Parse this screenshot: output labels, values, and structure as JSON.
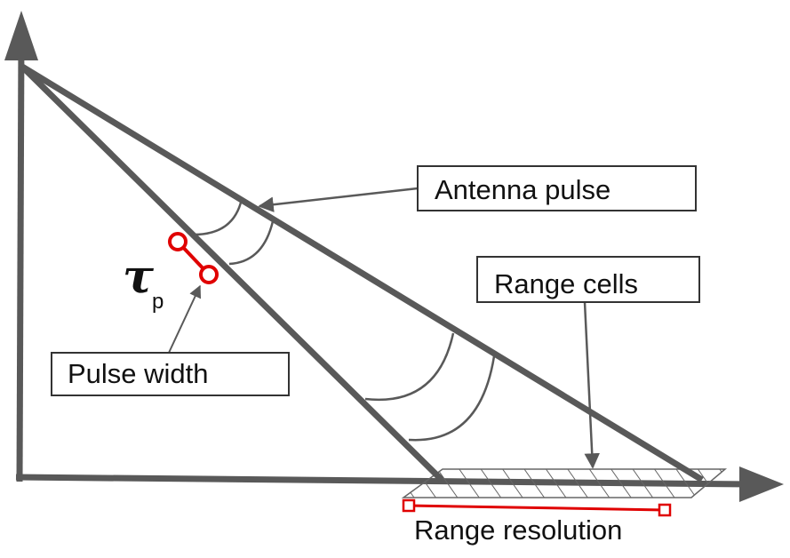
{
  "labels": {
    "antenna_pulse": "Antenna pulse",
    "range_cells": "Range cells",
    "pulse_width": "Pulse width",
    "range_resolution": "Range resolution",
    "tau_symbol": "τ",
    "tau_subscript": "p"
  },
  "colors": {
    "line": "#595959",
    "accent": "#e00000",
    "box_border": "#333333",
    "text": "#111111"
  }
}
